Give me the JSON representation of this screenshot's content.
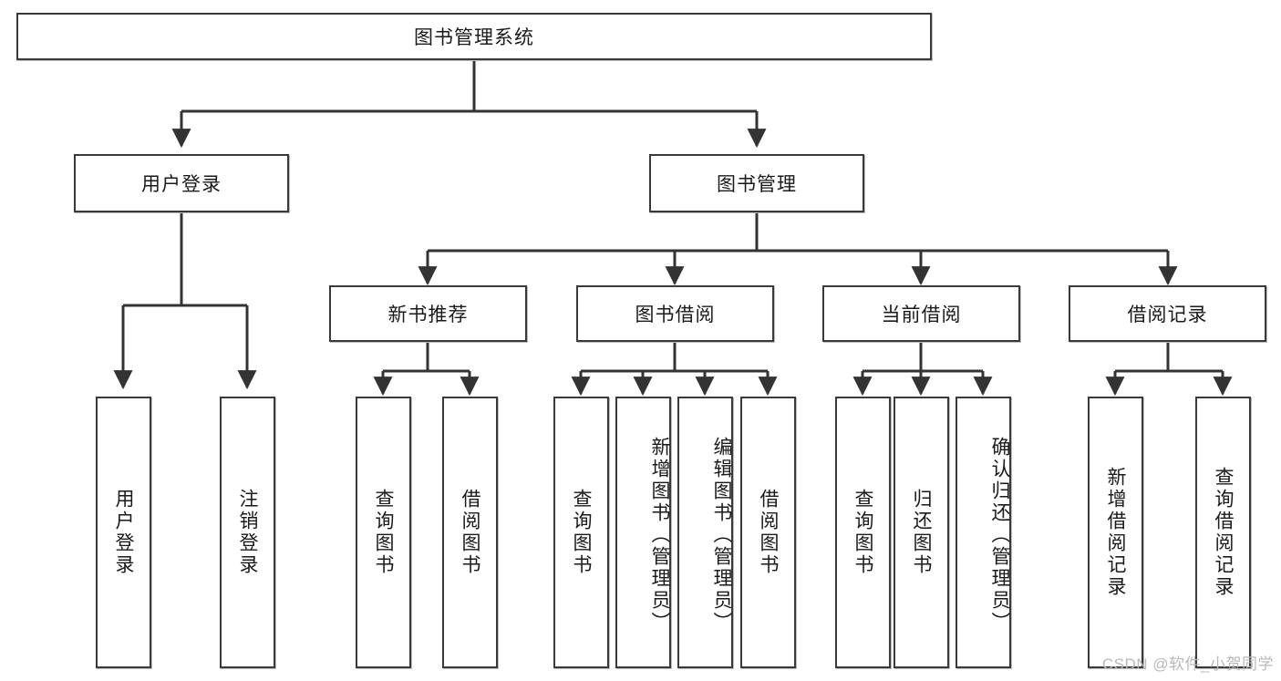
{
  "diagram": {
    "type": "tree-hierarchy-chart",
    "title": "图书管理系统",
    "levels": {
      "root": {
        "label": "图书管理系统"
      },
      "level2": [
        {
          "id": "user-login",
          "label": "用户登录"
        },
        {
          "id": "book-management",
          "label": "图书管理"
        }
      ],
      "level3": [
        {
          "id": "new-book-recommend",
          "label": "新书推荐",
          "parent": "book-management"
        },
        {
          "id": "book-borrow",
          "label": "图书借阅",
          "parent": "book-management"
        },
        {
          "id": "current-borrow",
          "label": "当前借阅",
          "parent": "book-management"
        },
        {
          "id": "borrow-record",
          "label": "借阅记录",
          "parent": "book-management"
        }
      ],
      "leaves": [
        {
          "id": "leaf-user-login",
          "label": "用户登录",
          "parent": "user-login"
        },
        {
          "id": "leaf-logout-login",
          "label": "注销登录",
          "parent": "user-login"
        },
        {
          "id": "leaf-query-book-1",
          "label": "查询图书",
          "parent": "new-book-recommend"
        },
        {
          "id": "leaf-borrow-book-1",
          "label": "借阅图书",
          "parent": "new-book-recommend"
        },
        {
          "id": "leaf-query-book-2",
          "label": "查询图书",
          "parent": "book-borrow"
        },
        {
          "id": "leaf-add-book",
          "label": "新增图书（管理员）",
          "parent": "book-borrow"
        },
        {
          "id": "leaf-edit-book",
          "label": "编辑图书（管理员）",
          "parent": "book-borrow"
        },
        {
          "id": "leaf-borrow-book-2",
          "label": "借阅图书",
          "parent": "book-borrow"
        },
        {
          "id": "leaf-query-book-3",
          "label": "查询图书",
          "parent": "current-borrow"
        },
        {
          "id": "leaf-return-book",
          "label": "归还图书",
          "parent": "current-borrow"
        },
        {
          "id": "leaf-confirm-return",
          "label": "确认归还（管理员）",
          "parent": "current-borrow"
        },
        {
          "id": "leaf-add-record",
          "label": "新增借阅记录",
          "parent": "borrow-record"
        },
        {
          "id": "leaf-query-record",
          "label": "查询借阅记录",
          "parent": "borrow-record"
        }
      ]
    }
  },
  "watermark": {
    "text": "CSDN @软件_小贺同学"
  },
  "colors": {
    "box_border": "#3a3a3a",
    "box_fill": "#ffffff",
    "connector": "#333333",
    "text": "#1a1a1a",
    "watermark": "#b9b9b9",
    "background": "#ffffff"
  }
}
